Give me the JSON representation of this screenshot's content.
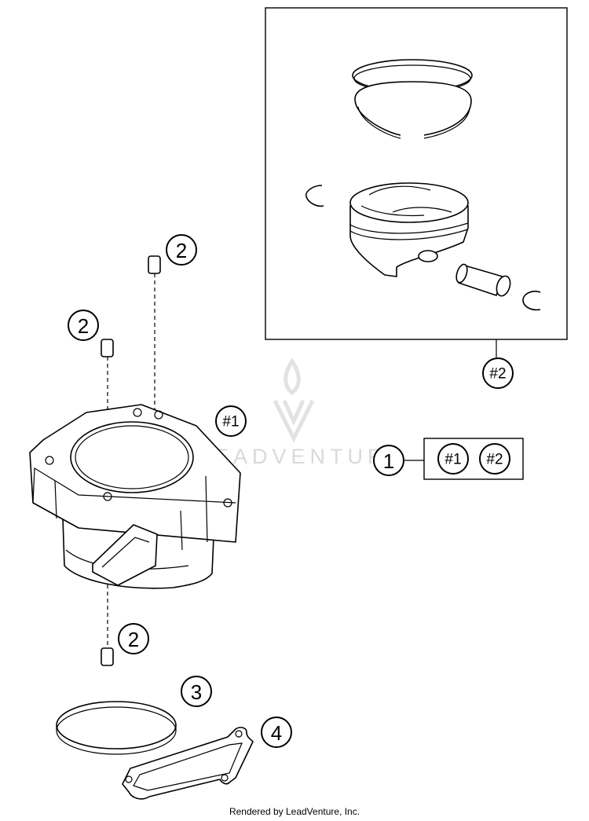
{
  "watermark": {
    "text": "LEADVENTURE"
  },
  "credit": "Rendered by LeadVenture, Inc.",
  "callouts": {
    "dowel_upper_right": "2",
    "dowel_upper_left": "2",
    "dowel_lower": "2",
    "cylinder_ref": "#1",
    "piston_kit_ref": "#2",
    "o_ring": "3",
    "gasket": "4",
    "assembly": "1",
    "assembly_includes_1": "#1",
    "assembly_includes_2": "#2"
  }
}
